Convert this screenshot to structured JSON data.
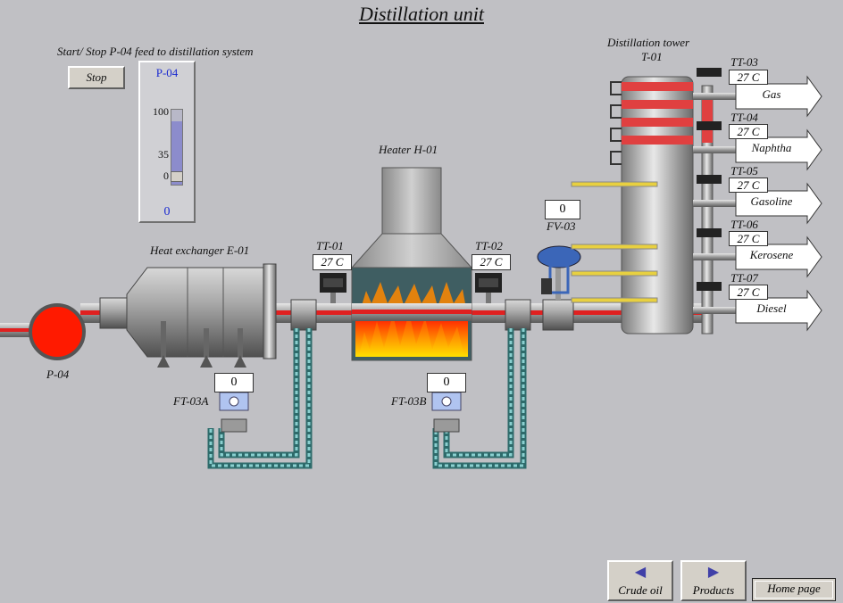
{
  "title": "Distillation unit",
  "feed_label": "Start/ Stop P-04 feed to distillation system",
  "stop_button": "Stop",
  "gauge": {
    "tag": "P-04",
    "value_text": "0",
    "ticks": [
      "100",
      "35",
      "0"
    ],
    "level_fraction": 0.85
  },
  "labels": {
    "pump": "P-04",
    "heat_exchanger": "Heat exchanger E-01",
    "heater": "Heater H-01",
    "tower": "Distillation tower",
    "tower_id": "T-01",
    "valve": "FV-03",
    "ft_a": "FT-03A",
    "ft_b": "FT-03B"
  },
  "values": {
    "fv03": "0",
    "ft03a": "0",
    "ft03b": "0"
  },
  "transmitters": {
    "tt01": {
      "tag": "TT-01",
      "value": "27 C"
    },
    "tt02": {
      "tag": "TT-02",
      "value": "27 C"
    },
    "tt03": {
      "tag": "TT-03",
      "value": "27 C"
    },
    "tt04": {
      "tag": "TT-04",
      "value": "27 C"
    },
    "tt05": {
      "tag": "TT-05",
      "value": "27 C"
    },
    "tt06": {
      "tag": "TT-06",
      "value": "27 C"
    },
    "tt07": {
      "tag": "TT-07",
      "value": "27 C"
    }
  },
  "products": [
    "Gas",
    "Naphtha",
    "Gasoline",
    "Kerosene",
    "Diesel"
  ],
  "nav": {
    "crude_oil": "Crude oil",
    "products": "Products",
    "home": "Home page"
  },
  "nav_icons": {
    "left": "◀",
    "right": "▶"
  },
  "colors": {
    "background": "#c0c0c4",
    "pipe_red": "#e02020",
    "pump": "#ff1a00",
    "tower_band": "#e04040",
    "flame": "#ff9a00"
  }
}
